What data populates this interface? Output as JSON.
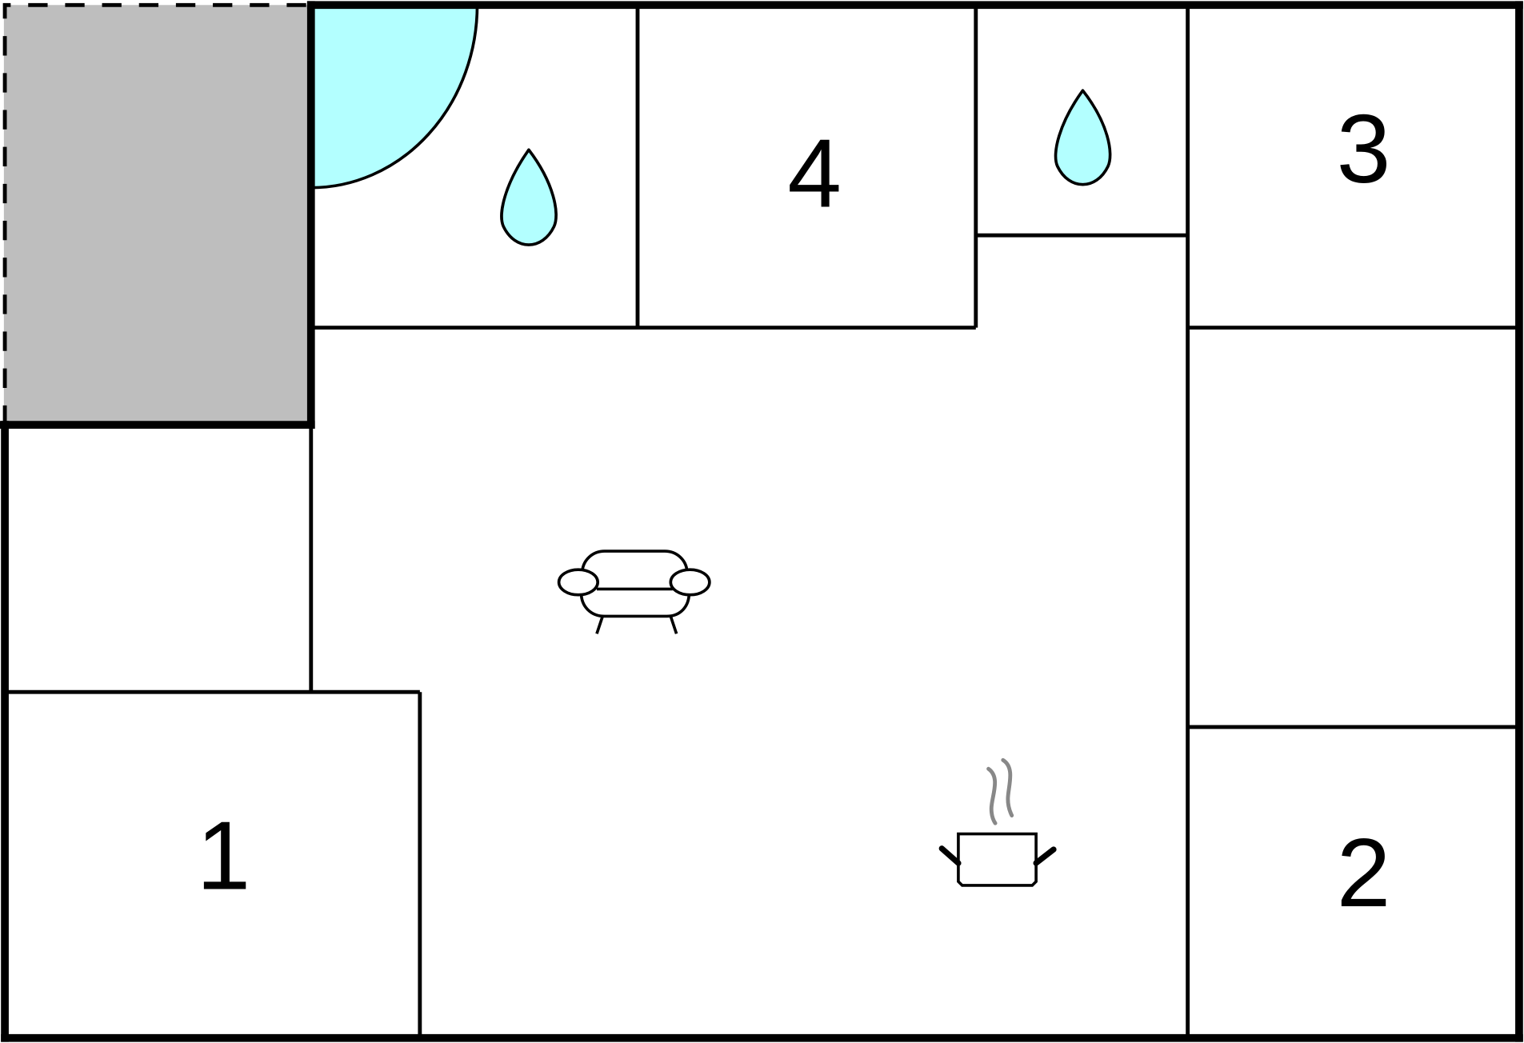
{
  "floorplan": {
    "rooms": [
      {
        "label": "4"
      },
      {
        "label": "3"
      },
      {
        "label": "1"
      },
      {
        "label": "2"
      }
    ],
    "icons": [
      "shower-area-icon",
      "water-drop-icon",
      "water-drop-icon",
      "sofa-icon",
      "cooking-pot-icon"
    ],
    "colors": {
      "wall": "#000000",
      "excluded_area": "#bebebe",
      "water": "#b3ffff",
      "steam": "#888888",
      "background": "#ffffff"
    }
  }
}
